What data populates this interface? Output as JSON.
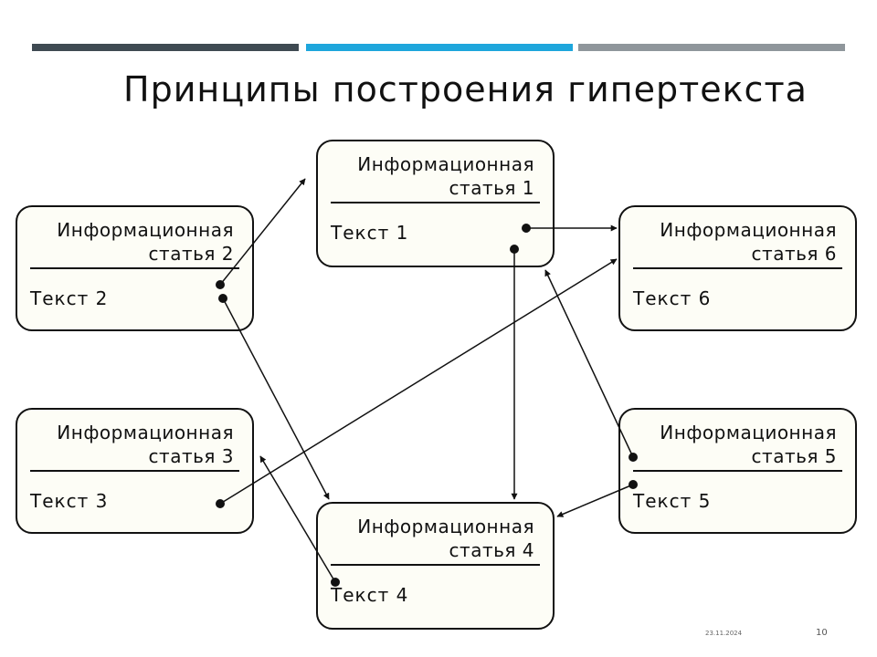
{
  "slide": {
    "title": "Принципы построения гипертекста",
    "date": "23.11.2024",
    "page_number": "10",
    "accent_colors": [
      "#3f4a52",
      "#1ea6dc",
      "#8f969b"
    ]
  },
  "articles": [
    {
      "id": "1",
      "header_line1": "Информационная",
      "header_line2": "статья 1",
      "body": "Текст  1"
    },
    {
      "id": "2",
      "header_line1": "Информационная",
      "header_line2": "статья 2",
      "body": "Текст  2"
    },
    {
      "id": "3",
      "header_line1": "Информационная",
      "header_line2": "статья 3",
      "body": "Текст  3"
    },
    {
      "id": "4",
      "header_line1": "Информационная",
      "header_line2": "статья 4",
      "body": "Текст  4"
    },
    {
      "id": "5",
      "header_line1": "Информационная",
      "header_line2": "статья 5",
      "body": "Текст  5"
    },
    {
      "id": "6",
      "header_line1": "Информационная",
      "header_line2": "статья 6",
      "body": "Текст  6"
    }
  ],
  "links": [
    {
      "from": "2",
      "to": "1"
    },
    {
      "from": "2",
      "to": "4"
    },
    {
      "from": "1",
      "to": "6"
    },
    {
      "from": "1",
      "to": "4"
    },
    {
      "from": "3",
      "to": "6"
    },
    {
      "from": "4",
      "to": "3"
    },
    {
      "from": "5",
      "to": "1"
    },
    {
      "from": "5",
      "to": "4"
    }
  ]
}
